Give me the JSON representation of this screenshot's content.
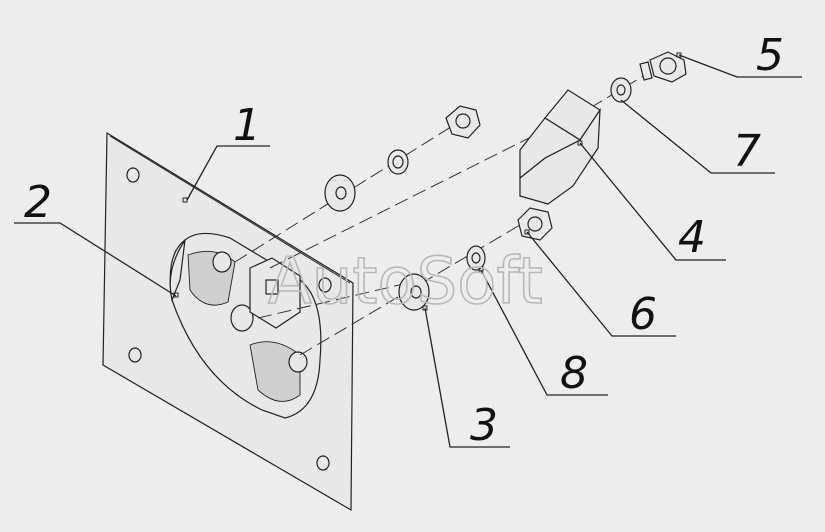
{
  "watermark": "AutoSoft",
  "callouts": [
    {
      "id": "label-1",
      "text": "1"
    },
    {
      "id": "label-2",
      "text": "2"
    },
    {
      "id": "label-3",
      "text": "3"
    },
    {
      "id": "label-4",
      "text": "4"
    },
    {
      "id": "label-5",
      "text": "5"
    },
    {
      "id": "label-6",
      "text": "6"
    },
    {
      "id": "label-7",
      "text": "7"
    },
    {
      "id": "label-8",
      "text": "8"
    }
  ],
  "colors": {
    "background": "#ededed",
    "lines": "#222222",
    "watermark": "#b8b8b8"
  }
}
